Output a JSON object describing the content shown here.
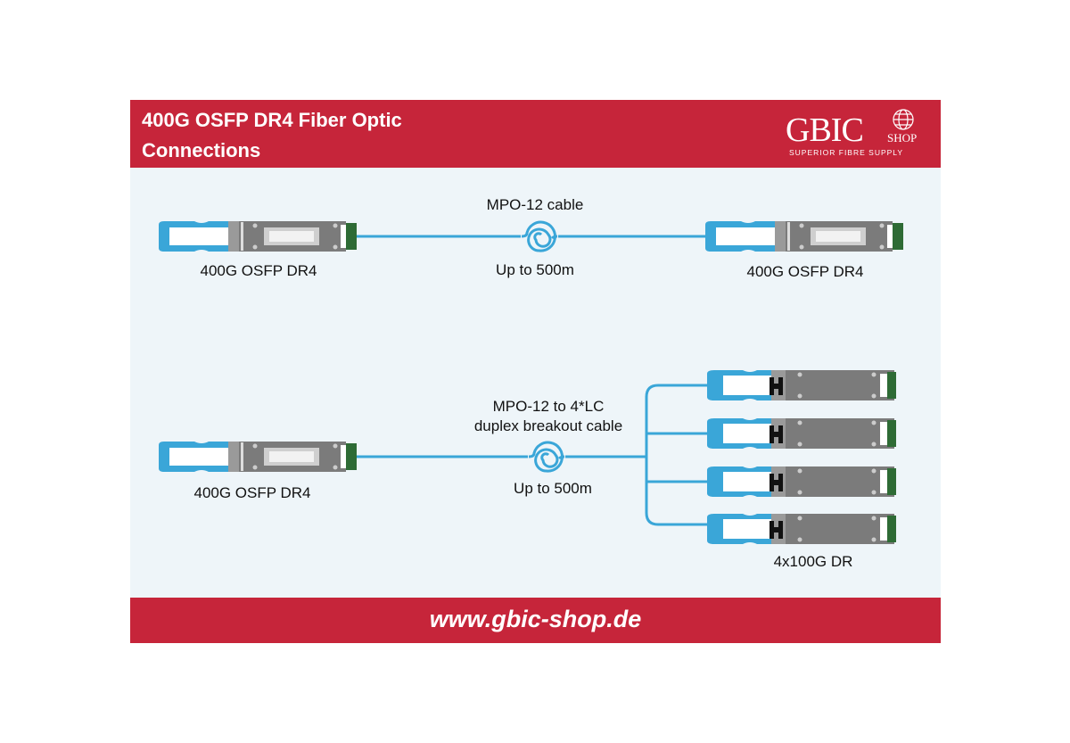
{
  "header": {
    "title": "400G OSFP DR4 Fiber Optic Connections",
    "logo": {
      "brand": "GBIC",
      "sub": "SHOP",
      "tagline": "SUPERIOR FIBRE SUPPLY"
    }
  },
  "diagram1": {
    "left_module": "400G OSFP DR4",
    "cable": "MPO-12 cable",
    "distance": "Up to 500m",
    "right_module": "400G OSFP DR4"
  },
  "diagram2": {
    "left_module": "400G OSFP DR4",
    "cable_line1": "MPO-12 to 4*LC",
    "cable_line2": "duplex breakout cable",
    "distance": "Up to 500m",
    "right_modules": "4x100G DR"
  },
  "footer": {
    "url": "www.gbic-shop.de"
  },
  "colors": {
    "brand_red": "#c6253a",
    "cable_blue": "#3aa6d8",
    "module_grey": "#7b7b7b",
    "connector_green": "#2e6b35"
  }
}
